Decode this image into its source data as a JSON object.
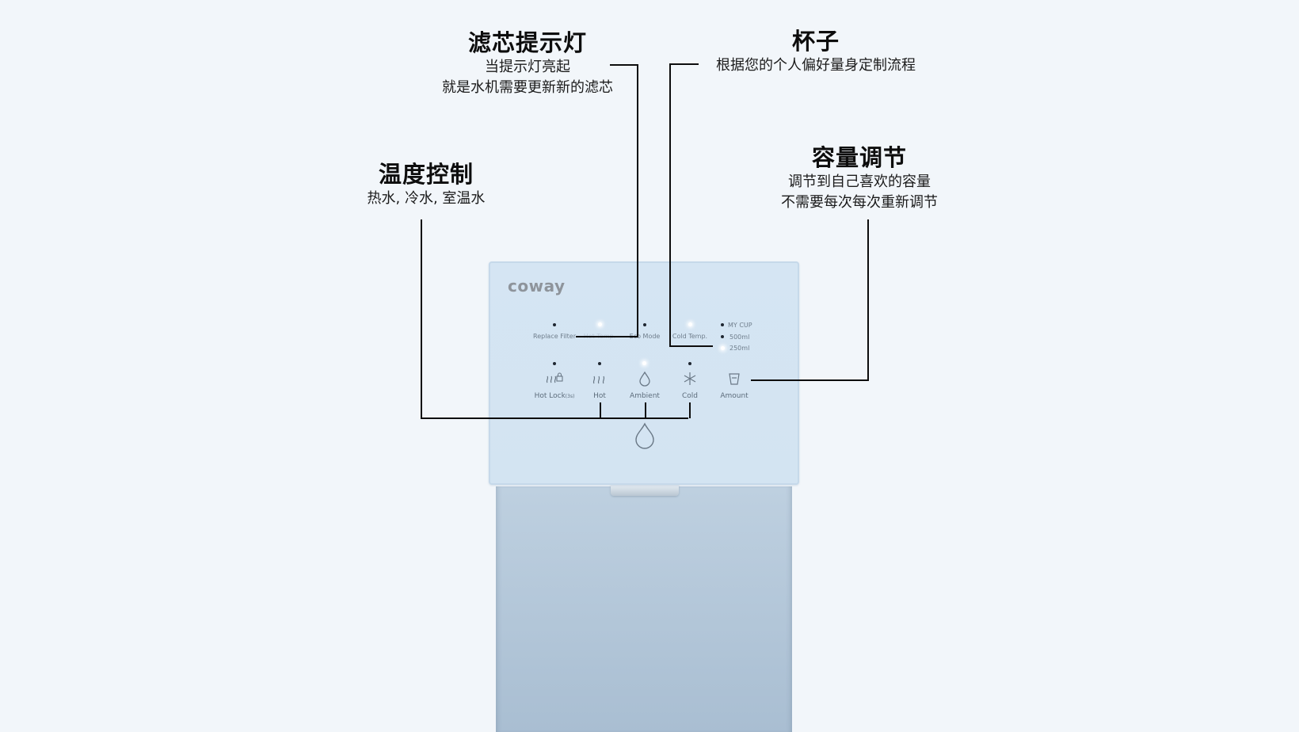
{
  "annotations": {
    "filter": {
      "title": "滤芯提示灯",
      "lines": [
        "当提示灯亮起",
        "就是水机需要更新新的滤芯"
      ]
    },
    "cup": {
      "title": "杯子",
      "lines": [
        "根据您的个人偏好量身定制流程"
      ]
    },
    "temperature": {
      "title": "温度控制",
      "lines": [
        "热水, 冷水, 室温水"
      ]
    },
    "capacity": {
      "title": "容量调节",
      "lines": [
        "调节到自己喜欢的容量",
        "不需要每次每次重新调节"
      ]
    }
  },
  "device": {
    "brand": "coway",
    "indicators": [
      {
        "label": "Replace Filter",
        "lit": false
      },
      {
        "label": "Hot Temp.",
        "lit": true
      },
      {
        "label": "Eco Mode",
        "lit": false
      },
      {
        "label": "Cold Temp.",
        "lit": true
      }
    ],
    "amount_indicators": [
      {
        "label": "MY CUP",
        "lit": false
      },
      {
        "label": "500ml",
        "lit": false
      },
      {
        "label": "250ml",
        "lit": true
      }
    ],
    "buttons": [
      {
        "label": "Hot Lock",
        "sub": "(3s)",
        "icon": "hot-lock-icon",
        "lit": false
      },
      {
        "label": "Hot",
        "sub": "",
        "icon": "steam-icon",
        "lit": false
      },
      {
        "label": "Ambient",
        "sub": "",
        "icon": "water-drop-icon",
        "lit": true
      },
      {
        "label": "Cold",
        "sub": "",
        "icon": "snowflake-icon",
        "lit": false
      },
      {
        "label": "Amount",
        "sub": "",
        "icon": "cup-icon",
        "lit": false
      }
    ],
    "dispense_icon": "water-drop-icon"
  },
  "colors": {
    "background": "#f2f6fa",
    "panel": "#d5e5f3",
    "body": "#b4c7d9",
    "line": "#0d0d0d"
  }
}
